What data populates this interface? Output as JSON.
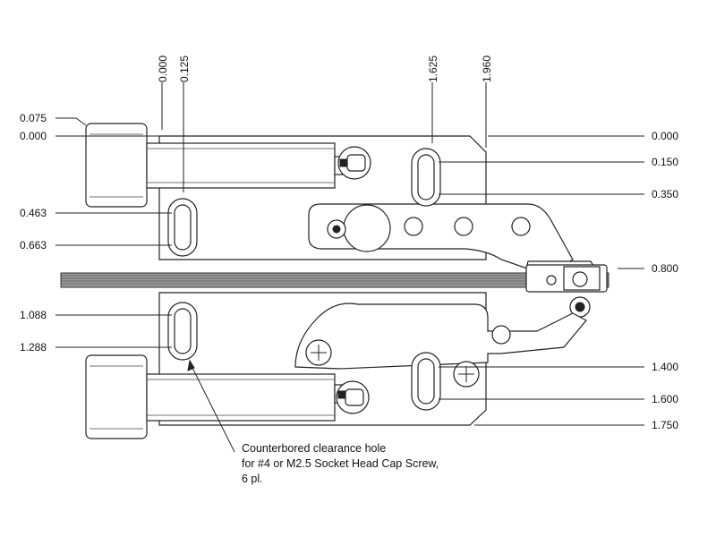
{
  "dimensions": {
    "x_labels": [
      "0.000",
      "0.125",
      "1.625",
      "1.960"
    ],
    "y_left_labels": [
      "0.075",
      "0.000",
      "0.463",
      "0.663",
      "1.088",
      "1.288"
    ],
    "y_right_labels": [
      "0.000",
      "0.150",
      "0.350",
      "0.800",
      "1.400",
      "1.600",
      "1.750"
    ]
  },
  "callout": {
    "line1": "Counterbored clearance hole",
    "line2": "for #4 or M2.5 Socket Head Cap Screw,",
    "line3": "6 pl."
  }
}
